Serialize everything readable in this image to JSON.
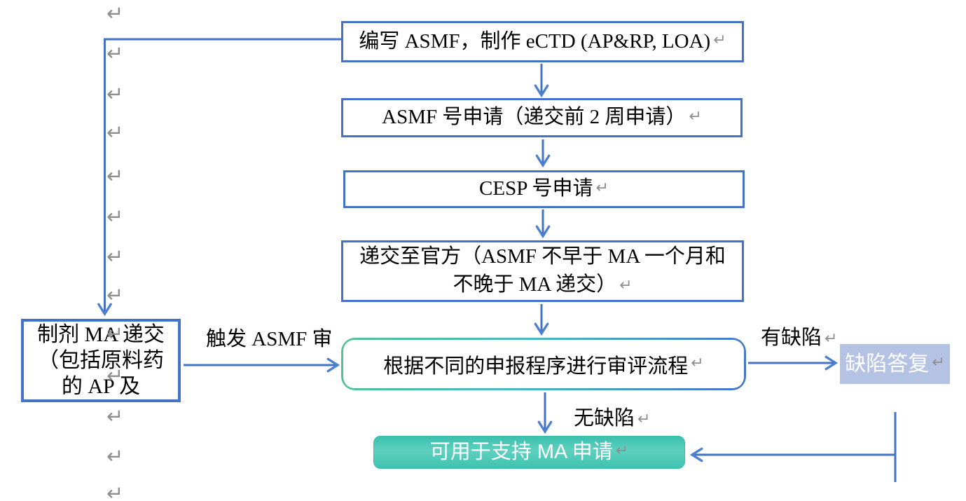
{
  "pilcrow": "↵",
  "colors": {
    "line_blue": "#4472C4",
    "review_border_green": "#52C394",
    "review_border_blue": "#4573C6",
    "defect_fill": "#B4C2E4",
    "teal_fill": "#3EC3B1",
    "mark_gray": "#8f8f8f"
  },
  "boxes": {
    "write_asmf": "编写 ASMF，制作 eCTD (AP&RP, LOA)",
    "asmf_number": "ASMF 号申请（递交前 2 周申请）",
    "cesp_number": "CESP 号申请",
    "submit_line1": "递交至官方（ASMF 不早于 MA 一个月和",
    "submit_line2": "不晚于 MA 递交）",
    "review": "根据不同的申报程序进行审评流程",
    "defect_reply": "缺陷答复",
    "ma_support": "可用于支持 MA 申请",
    "ma_submission_line1": "制剂 MA 递交",
    "ma_submission_line2": "（包括原料药",
    "ma_submission_line3": "的 AP 及"
  },
  "labels": {
    "trigger": "触发 ASMF 审",
    "has_defect": "有缺陷",
    "no_defect": "无缺陷"
  }
}
